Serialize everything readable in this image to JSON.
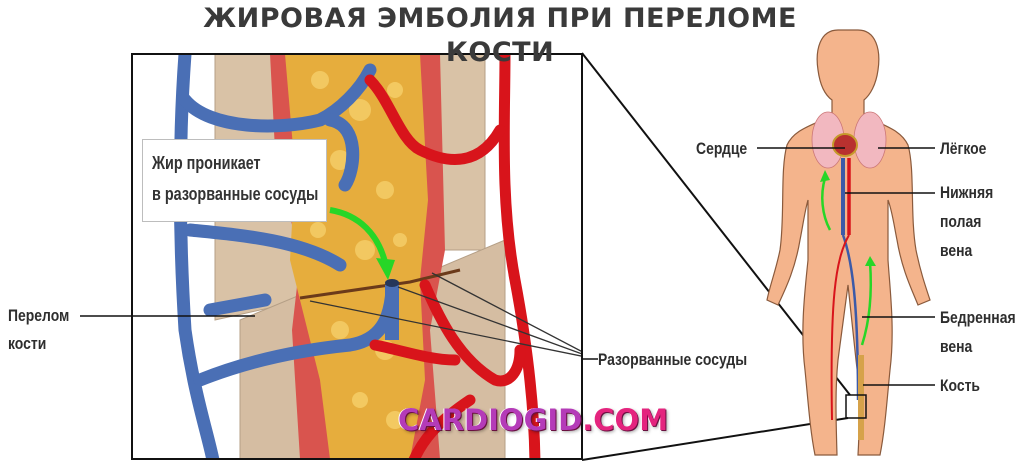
{
  "title": "ЖИРОВАЯ ЭМБОЛИЯ ПРИ ПЕРЕЛОМЕ КОСТИ",
  "inset": {
    "callout_line1": "Жир проникает",
    "callout_line2": "в разорванные сосуды",
    "fracture_label_line1": "Перелом",
    "fracture_label_line2": "кости",
    "torn_vessels_label": "Разорванные сосуды"
  },
  "body_labels": {
    "heart": "Сердце",
    "lung": "Лёгкое",
    "ivc_line1": "Нижняя",
    "ivc_line2": "полая",
    "ivc_line3": "вена",
    "femoral_line1": "Бедренная",
    "femoral_line2": "вена",
    "bone": "Кость"
  },
  "watermark": {
    "part1": "CARDIOGID",
    "part2": ".COM"
  },
  "colors": {
    "vein": "#4a6fb5",
    "artery": "#d8141b",
    "fat": "#e3a93a",
    "marrow_red": "#d9534f",
    "bone": "#d7bfa4",
    "skin": "#f4b48c",
    "lung": "#f2b8c0",
    "arrow_green": "#27d627",
    "watermark_pink": "#e4247e",
    "watermark_purple": "#b43bb8"
  }
}
